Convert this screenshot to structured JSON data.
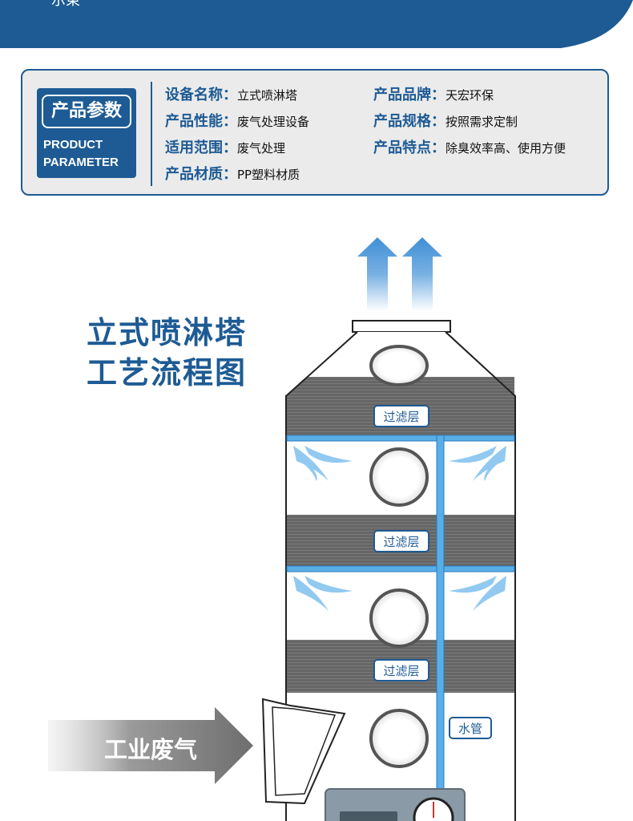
{
  "banner": {
    "text": "示東"
  },
  "params": {
    "badge_cn": "产品参数",
    "badge_en_1": "PRODUCT",
    "badge_en_2": "PARAMETER",
    "items": [
      {
        "key": "设备名称：",
        "value": "立式喷淋塔"
      },
      {
        "key": "产品性能：",
        "value": "废气处理设备"
      },
      {
        "key": "适用范围：",
        "value": "废气处理"
      },
      {
        "key": "产品材质：",
        "value": "PP塑料材质"
      },
      {
        "key": "产品品牌：",
        "value": "天宏环保"
      },
      {
        "key": "产品规格：",
        "value": "按照需求定制"
      },
      {
        "key": "产品特点：",
        "value": "除臭效率高、使用方便"
      }
    ]
  },
  "diagram": {
    "title_1": "立式喷淋塔",
    "title_2": "工艺流程图",
    "filter_label": "过滤层",
    "water_pipe_label": "水管",
    "input_label": "工业废气",
    "colors": {
      "brand": "#1e5b94",
      "pipe": "#5aaee6",
      "filter": "#666666",
      "arrow": "#3f8fd6"
    }
  }
}
